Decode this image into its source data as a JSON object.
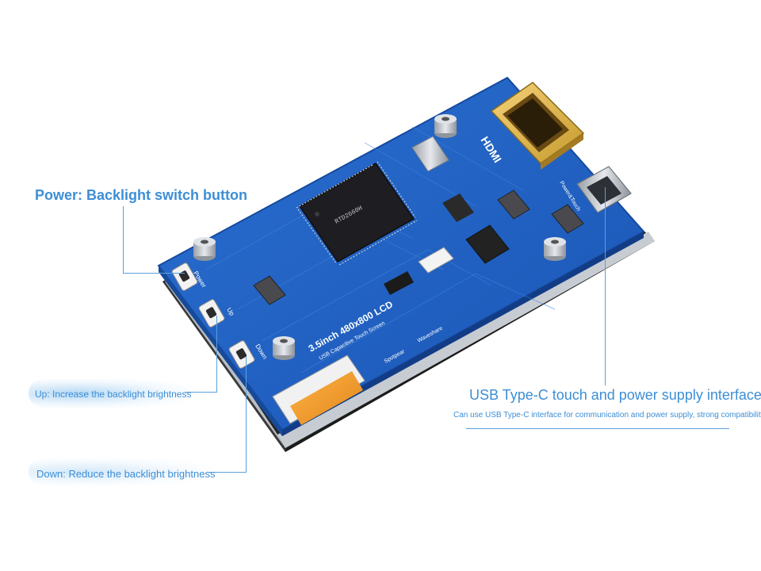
{
  "callouts": {
    "power": {
      "title": "Power: Backlight switch button"
    },
    "up": {
      "title": "Up: Increase the backlight brightness"
    },
    "down": {
      "title": "Down: Reduce the backlight brightness"
    },
    "usbc": {
      "title": "USB Type-C touch and power supply interface",
      "subtitle": "Can use USB Type-C interface for communication and power supply, strong compatibility"
    }
  },
  "board": {
    "product_line": "3.5inch 480x800 LCD",
    "touch_line": "USB Capacitive Touch Screen",
    "brand_left": "Spotpear",
    "brand_right": "Waveshare",
    "hdmi_label": "HDMI",
    "power_touch_label": "Power&Touch",
    "button_power_label": "Power",
    "button_up_label": "Up",
    "button_down_label": "Down",
    "chip_marking": "RTD2660H"
  },
  "colors": {
    "pcb": "#1f62c4",
    "pcb_dark": "#1a4fa8",
    "accent_text": "#3d8ed6"
  }
}
